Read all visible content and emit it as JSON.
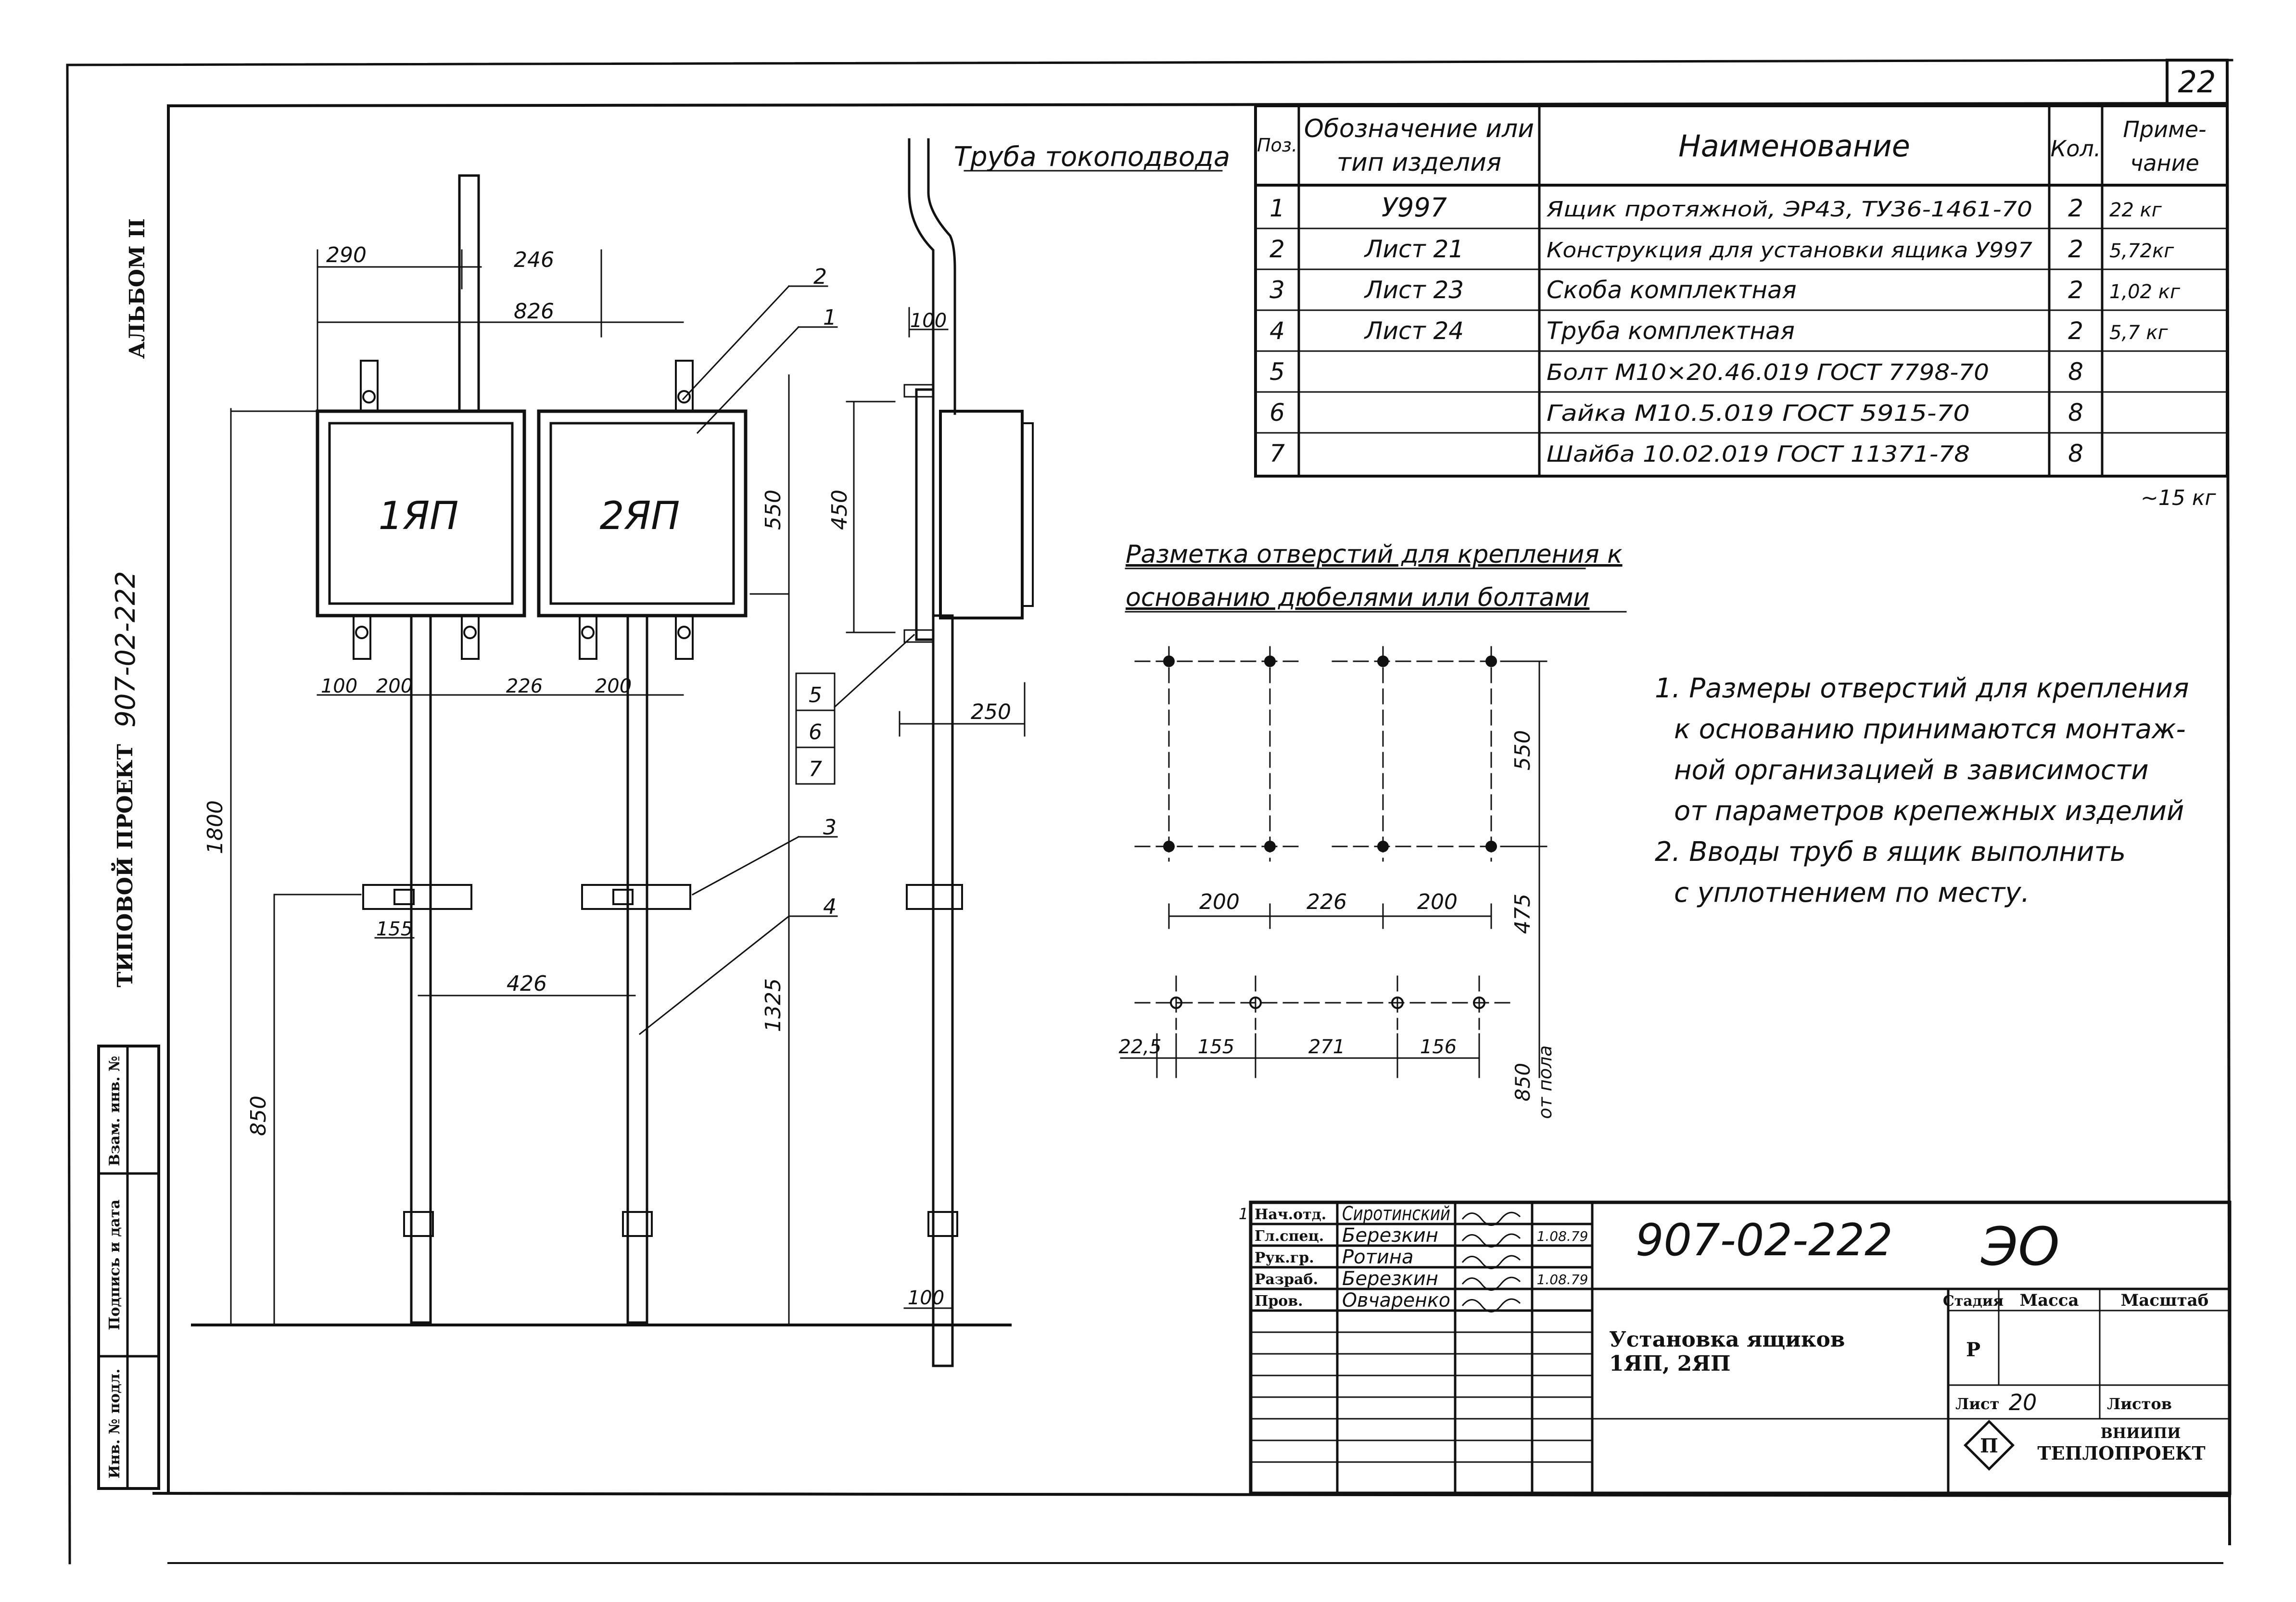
{
  "sheet": {
    "page_number": "22",
    "album": "АЛЬБОМ II",
    "project_type": "ТИПОВОЙ ПРОЕКТ",
    "project_code": "907-02-222"
  },
  "spec_table": {
    "headers": {
      "pos": "Поз.",
      "designation_1": "Обозначение или",
      "designation_2": "тип изделия",
      "name": "Наименование",
      "qty": "Кол.",
      "note_1": "Приме-",
      "note_2": "чание"
    },
    "rows": [
      {
        "pos": "1",
        "designation": "У997",
        "name": "Ящик протяжной, ЭР43, ТУ36-1461-70",
        "qty": "2",
        "note": "22 кг"
      },
      {
        "pos": "2",
        "designation": "Лист 21",
        "name": "Конструкция для установки ящика У997",
        "qty": "2",
        "note": "5,72кг"
      },
      {
        "pos": "3",
        "designation": "Лист 23",
        "name": "Скоба комплектная",
        "qty": "2",
        "note": "1,02 кг"
      },
      {
        "pos": "4",
        "designation": "Лист 24",
        "name": "Труба комплектная",
        "qty": "2",
        "note": "5,7 кг"
      },
      {
        "pos": "5",
        "designation": "",
        "name": "Болт М10×20.46.019 ГОСТ 7798-70",
        "qty": "8",
        "note": ""
      },
      {
        "pos": "6",
        "designation": "",
        "name": "Гайка М10.5.019 ГОСТ 5915-70",
        "qty": "8",
        "note": ""
      },
      {
        "pos": "7",
        "designation": "",
        "name": "Шайба 10.02.019 ГОСТ 11371-78",
        "qty": "8",
        "note": ""
      }
    ],
    "total": "~15 кг"
  },
  "front_view": {
    "box_1_label": "1ЯП",
    "box_2_label": "2ЯП",
    "dims": {
      "d290": "290",
      "d246": "246",
      "d826": "826",
      "d100": "100",
      "d200a": "200",
      "d226": "226",
      "d200b": "200",
      "d155": "155",
      "d426": "426",
      "d1800": "1800",
      "d850": "850",
      "d550": "550",
      "d1325": "1325"
    },
    "callouts": [
      "2",
      "1",
      "5",
      "6",
      "7",
      "3",
      "4"
    ]
  },
  "side_view": {
    "pipe_label": "Труба токоподвода",
    "dims": {
      "d100_top": "100",
      "d450": "450",
      "d250": "250",
      "d100_bottom": "100"
    }
  },
  "marking": {
    "title_line_1": "Разметка отверстий для крепления к",
    "title_line_2": "основанию дюбелями или болтами",
    "dims": {
      "d200a": "200",
      "d226": "226",
      "d200b": "200",
      "d22_5": "22,5",
      "d155": "155",
      "d271": "271",
      "d156": "156",
      "d550": "550",
      "d475": "475",
      "d850": "850",
      "from_floor": "от пола"
    }
  },
  "notes": [
    "1. Размеры отверстий для крепления",
    "к основанию принимаются монтаж-",
    "ной организацией в зависимости",
    "от параметров крепежных изделий",
    "2. Вводы труб в ящик выполнить",
    "с уплотнением по месту."
  ],
  "title_block": {
    "project_code": "907-02-222",
    "mark": "ЭО",
    "title_line_1": "Установка ящиков",
    "title_line_2": "1ЯП, 2ЯП",
    "change_no": "1",
    "roles": [
      {
        "role": "Нач.отд.",
        "name": "Сиротинский",
        "date": ""
      },
      {
        "role": "Гл.спец.",
        "name": "Березкин",
        "date": "1.08.79"
      },
      {
        "role": "Рук.гр.",
        "name": "Ротина",
        "date": ""
      },
      {
        "role": "Разраб.",
        "name": "Березкин",
        "date": "1.08.79"
      },
      {
        "role": "Пров.",
        "name": "Овчаренко",
        "date": ""
      }
    ],
    "stage_header": "Стадия",
    "mass_header": "Масса",
    "scale_header": "Масштаб",
    "stage_value": "Р",
    "sheet_label": "Лист",
    "sheet_value": "20",
    "sheets_label": "Листов",
    "org_line_1": "ВНИИПИ",
    "org_line_2": "ТЕПЛОПРОЕКТ"
  },
  "left_strip": {
    "inv_no": "Инв. № подл.",
    "sign_date": "Подпись и дата",
    "replace_inv": "Взам. инв. №"
  }
}
